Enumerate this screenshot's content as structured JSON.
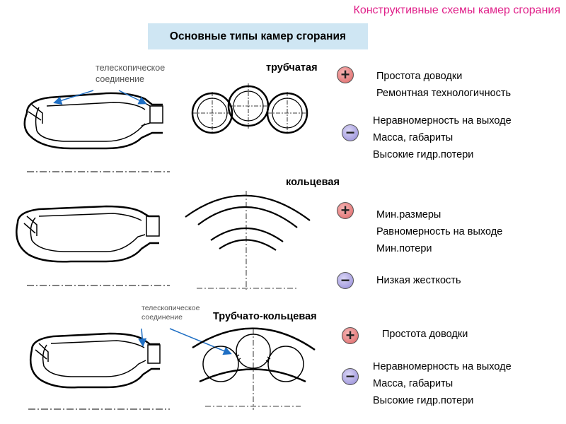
{
  "header": {
    "slide_title": "Конструктивные схемы камер сгорания",
    "subtitle": "Основные типы камер сгорания"
  },
  "callouts": {
    "telescopic_top": [
      "телескопическое",
      "соединение"
    ],
    "telescopic_bottom": [
      "телескопическое",
      "соединение"
    ]
  },
  "types": [
    {
      "label": "трубчатая",
      "pros_icon": "plus-icon",
      "pros": [
        "Простота доводки",
        "Ремонтная технологичность"
      ],
      "cons_icon": "minus-icon",
      "cons": [
        "Неравномерность на выходе",
        "Масса, габариты",
        "Высокие гидр.потери"
      ]
    },
    {
      "label": "кольцевая",
      "pros_icon": "plus-icon",
      "pros": [
        "Мин.размеры",
        "Равномерность на выходе",
        "Мин.потери"
      ],
      "cons_icon": "minus-icon",
      "cons": [
        "Низкая жесткость"
      ]
    },
    {
      "label": "Трубчато-кольцевая",
      "pros_icon": "plus-icon",
      "pros": [
        "Простота доводки"
      ],
      "cons_icon": "minus-icon",
      "cons": [
        "Неравномерность на выходе",
        "Масса, габариты",
        "Высокие гидр.потери"
      ]
    }
  ],
  "colors": {
    "title": "#e0218a",
    "subtitle_bg": "#cfe6f3",
    "callout_arrow": "#1f6fc4",
    "plus": "#e47c7c",
    "minus": "#a8a0e0"
  }
}
